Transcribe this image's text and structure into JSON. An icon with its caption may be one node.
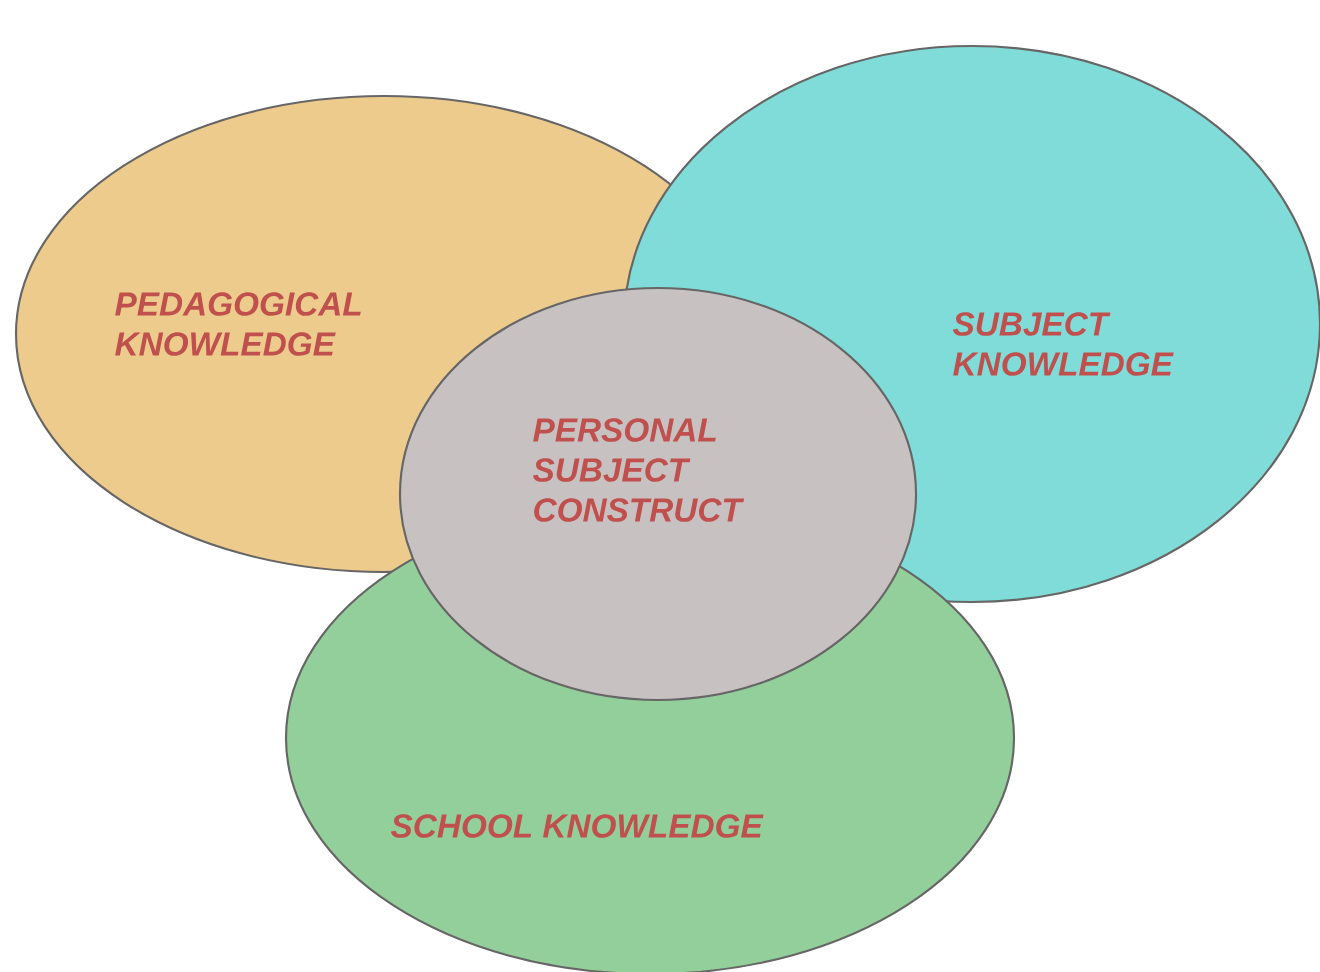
{
  "diagram": {
    "nodes": [
      {
        "text": [
          "PEDAGOGICAL KNOWLEDGE"
        ]
      },
      {
        "text": [
          "SUBJECT KNOWLEDGE"
        ]
      },
      {
        "text": [
          "SCHOOL KNOWLEDGE"
        ]
      },
      {
        "text": [
          "PERSONAL SUBJECT CONSTRUCT"
        ]
      }
    ]
  }
}
